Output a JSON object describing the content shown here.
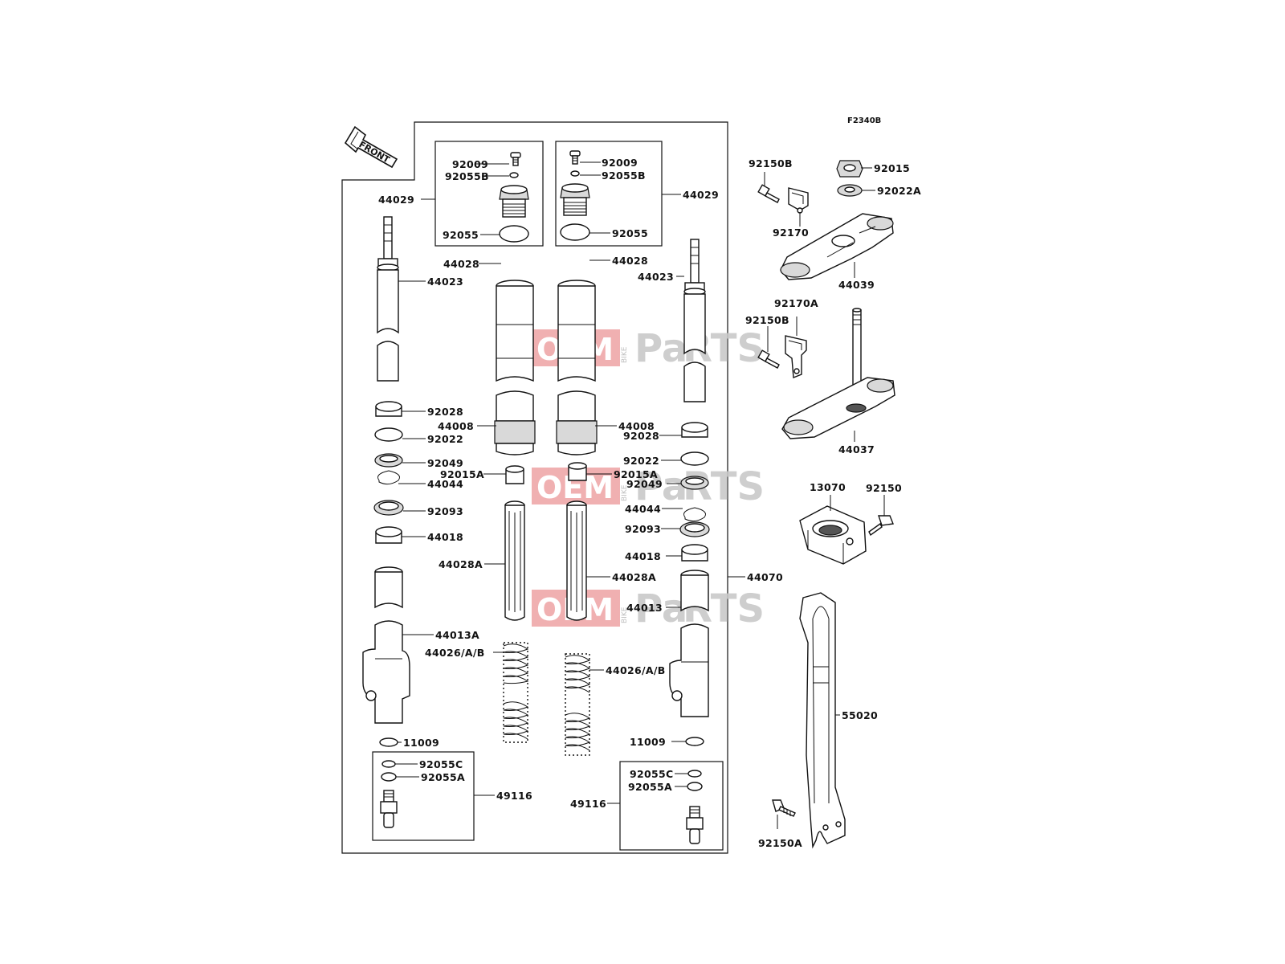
{
  "diagram_code": "F2340B",
  "front_label": "FRONT",
  "watermark": {
    "oem": "OEM",
    "bike": "BIKE",
    "pa": "Pa",
    "a": "a",
    "rts": "RTS"
  },
  "labels": [
    {
      "id": "l-44029-left",
      "text": "44029"
    },
    {
      "id": "l-92009-left",
      "text": "92009"
    },
    {
      "id": "l-92055b-left",
      "text": "92055B"
    },
    {
      "id": "l-92055-left",
      "text": "92055"
    },
    {
      "id": "l-92009-right",
      "text": "92009"
    },
    {
      "id": "l-92055b-right",
      "text": "92055B"
    },
    {
      "id": "l-92055-right",
      "text": "92055"
    },
    {
      "id": "l-44029-right",
      "text": "44029"
    },
    {
      "id": "l-44028-left",
      "text": "44028"
    },
    {
      "id": "l-44028-right",
      "text": "44028"
    },
    {
      "id": "l-44023-left",
      "text": "44023"
    },
    {
      "id": "l-44023-right",
      "text": "44023"
    },
    {
      "id": "l-92028-left",
      "text": "92028"
    },
    {
      "id": "l-44008-left",
      "text": "44008"
    },
    {
      "id": "l-92022-left",
      "text": "92022"
    },
    {
      "id": "l-44008-right",
      "text": "44008"
    },
    {
      "id": "l-92028-right",
      "text": "92028"
    },
    {
      "id": "l-92049-left",
      "text": "92049"
    },
    {
      "id": "l-92015a-left",
      "text": "92015A"
    },
    {
      "id": "l-44044-left",
      "text": "44044"
    },
    {
      "id": "l-92022-right",
      "text": "92022"
    },
    {
      "id": "l-92015a-right",
      "text": "92015A"
    },
    {
      "id": "l-92049-right",
      "text": "92049"
    },
    {
      "id": "l-92093-left",
      "text": "92093"
    },
    {
      "id": "l-44018-left",
      "text": "44018"
    },
    {
      "id": "l-44044-right",
      "text": "44044"
    },
    {
      "id": "l-92093-right",
      "text": "92093"
    },
    {
      "id": "l-44018-right",
      "text": "44018"
    },
    {
      "id": "l-44028a-left",
      "text": "44028A"
    },
    {
      "id": "l-44028a-right",
      "text": "44028A"
    },
    {
      "id": "l-44070",
      "text": "44070"
    },
    {
      "id": "l-44013",
      "text": "44013"
    },
    {
      "id": "l-44013a",
      "text": "44013A"
    },
    {
      "id": "l-44026-left",
      "text": "44026/A/B"
    },
    {
      "id": "l-44026-right",
      "text": "44026/A/B"
    },
    {
      "id": "l-11009-left",
      "text": "11009"
    },
    {
      "id": "l-11009-right",
      "text": "11009"
    },
    {
      "id": "l-92055c-left",
      "text": "92055C"
    },
    {
      "id": "l-92055a-left",
      "text": "92055A"
    },
    {
      "id": "l-49116-left",
      "text": "49116"
    },
    {
      "id": "l-92055c-right",
      "text": "92055C"
    },
    {
      "id": "l-92055a-right",
      "text": "92055A"
    },
    {
      "id": "l-49116-right",
      "text": "49116"
    },
    {
      "id": "l-92150b-top",
      "text": "92150B"
    },
    {
      "id": "l-92015",
      "text": "92015"
    },
    {
      "id": "l-92022a",
      "text": "92022A"
    },
    {
      "id": "l-92170",
      "text": "92170"
    },
    {
      "id": "l-44039",
      "text": "44039"
    },
    {
      "id": "l-92170a",
      "text": "92170A"
    },
    {
      "id": "l-92150b-mid",
      "text": "92150B"
    },
    {
      "id": "l-44037",
      "text": "44037"
    },
    {
      "id": "l-13070",
      "text": "13070"
    },
    {
      "id": "l-92150",
      "text": "92150"
    },
    {
      "id": "l-55020",
      "text": "55020"
    },
    {
      "id": "l-92150a",
      "text": "92150A"
    }
  ]
}
